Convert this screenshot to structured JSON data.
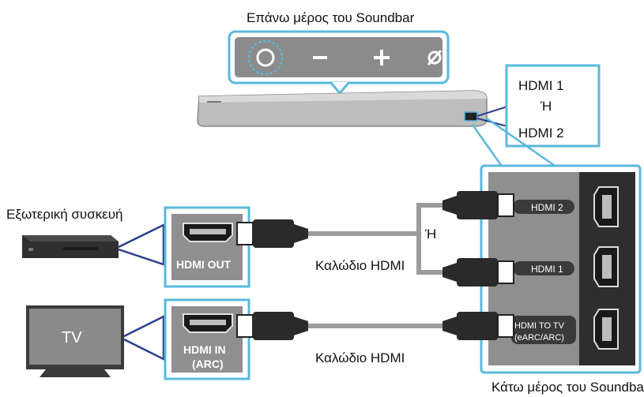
{
  "labels": {
    "top_title": "Επάνω μέρος του Soundbar",
    "bottom_title": "Κάτω μέρος του Soundbar",
    "external_device": "Εξωτερική συσκευή",
    "tv": "TV",
    "cable_1": "Καλώδιο HDMI",
    "cable_2": "Καλώδιο HDMI",
    "or_middle": "Ή",
    "or_right": "Ή",
    "hdmi1_big": "HDMI 1",
    "hdmi2_big": "HDMI 2"
  },
  "ports": {
    "hdmi_out": "HDMI OUT",
    "hdmi_in_line1": "HDMI IN",
    "hdmi_in_line2": "(ARC)",
    "sb_hdmi2": "HDMI 2",
    "sb_hdmi1": "HDMI 1",
    "sb_tv_line1": "HDMI TO TV",
    "sb_tv_line2": "(eARC/ARC)"
  },
  "buttons": [
    {
      "name": "power",
      "symbol": "○"
    },
    {
      "name": "volume-down",
      "symbol": "−"
    },
    {
      "name": "volume-up",
      "symbol": "+"
    },
    {
      "name": "source",
      "symbol": "⌀"
    }
  ],
  "colors": {
    "accent_blue": "#5ab8dc",
    "callout_dark_blue": "#2b3f8c",
    "panel_gray": "#8a8a8a",
    "device_dark": "#2f2f2f"
  }
}
